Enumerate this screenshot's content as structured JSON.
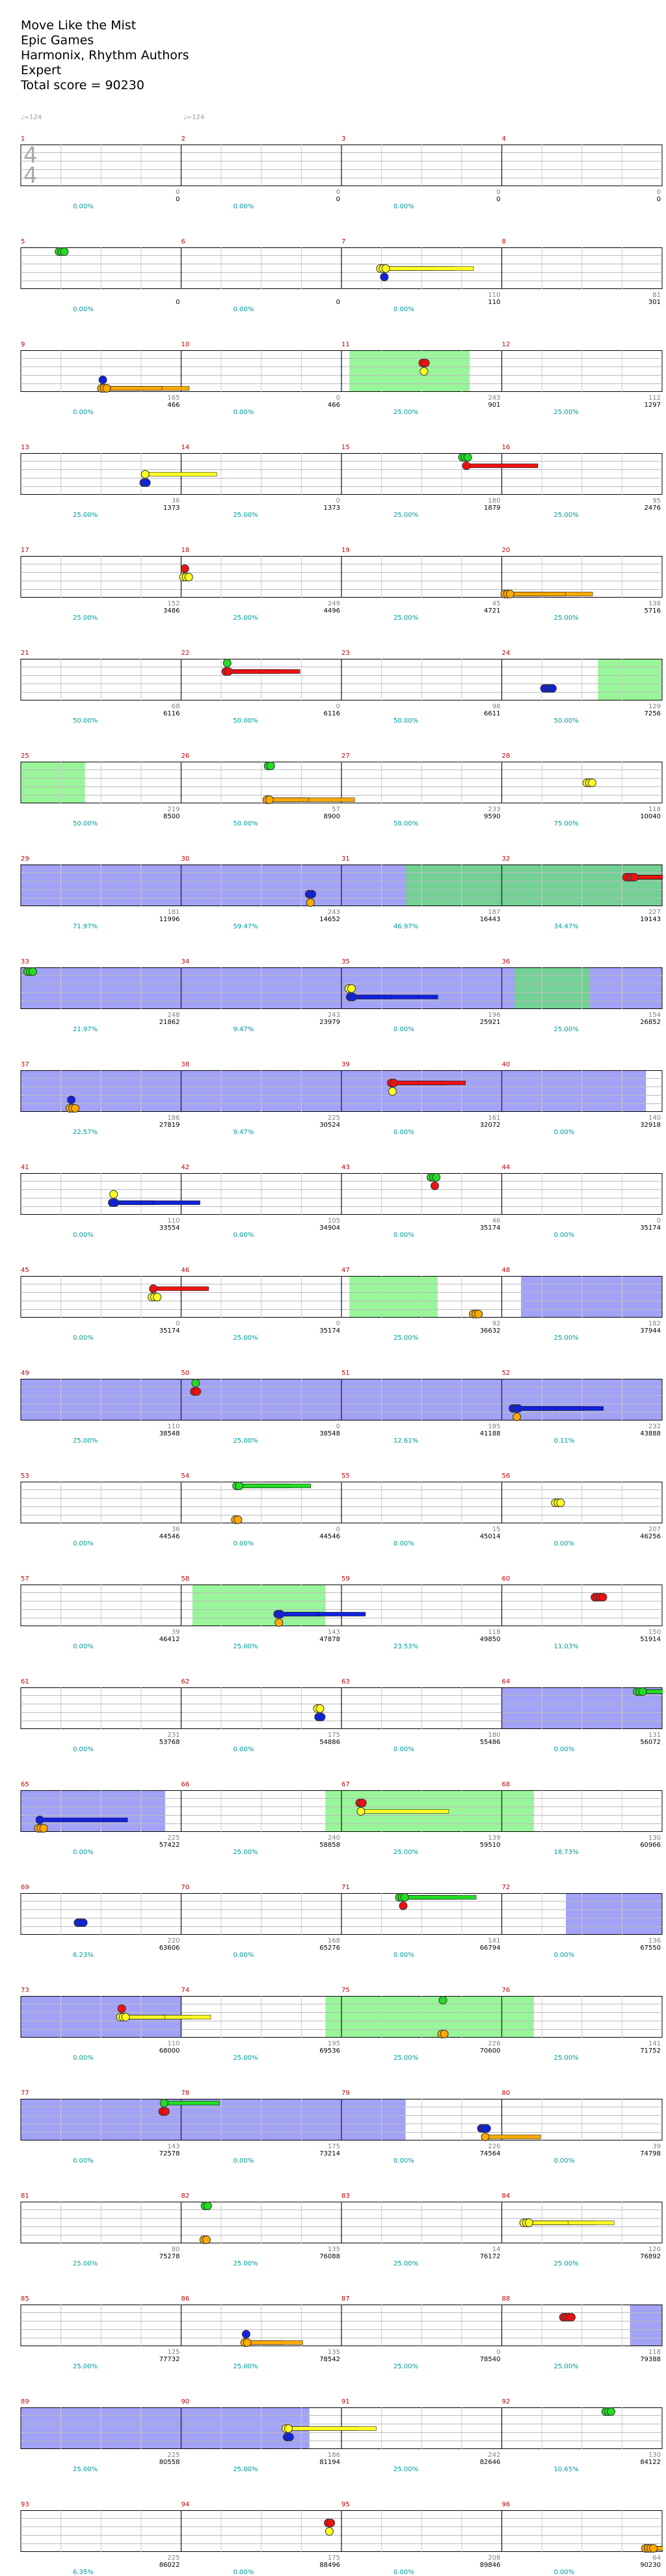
{
  "song": {
    "title": "Move Like the Mist",
    "artist": "Epic Games",
    "charter": "Harmonix, Rhythm Authors",
    "difficulty": "Expert",
    "total_score": "Total score = 90230"
  },
  "tempo_marks": [
    "♩=124",
    "♩=124"
  ],
  "time_signature": {
    "top": "4",
    "bottom": "4"
  },
  "colors": {
    "green": "#22dd22",
    "red": "#ee1111",
    "yellow": "#ffff22",
    "blue": "#1122dd",
    "orange": "#ffaa00",
    "solo": "#5555ee",
    "sp": "#55ee55",
    "purple": "#990066",
    "olive": "#aa8822"
  },
  "rows": [
    {
      "m": [
        1,
        2,
        3,
        4
      ],
      "s": [
        [
          "0",
          "0",
          "0.00%"
        ],
        [
          "0",
          "0",
          "0.00%"
        ],
        [
          "0",
          "0",
          "0.00%"
        ],
        [
          "0",
          "0",
          ""
        ]
      ]
    },
    {
      "m": [
        5,
        6,
        7,
        8
      ],
      "s": [
        [
          "",
          "0",
          "0.00%"
        ],
        [
          "",
          "0",
          "0.00%"
        ],
        [
          "110",
          "110",
          "0.00%"
        ],
        [
          "81",
          "301",
          ""
        ]
      ]
    },
    {
      "m": [
        9,
        10,
        11,
        12
      ],
      "s": [
        [
          "165",
          "466",
          "0.00%"
        ],
        [
          "0",
          "466",
          "0.00%"
        ],
        [
          "243",
          "901",
          "25.00%"
        ],
        [
          "112",
          "1297",
          "25.00%"
        ]
      ]
    },
    {
      "m": [
        13,
        14,
        15,
        16
      ],
      "s": [
        [
          "36",
          "1373",
          "25.00%"
        ],
        [
          "0",
          "1373",
          "25.00%"
        ],
        [
          "180",
          "1879",
          "25.00%"
        ],
        [
          "95",
          "2476",
          "25.00%"
        ]
      ]
    },
    {
      "m": [
        17,
        18,
        19,
        20
      ],
      "s": [
        [
          "152",
          "3486",
          "25.00%"
        ],
        [
          "249",
          "4496",
          "25.00%"
        ],
        [
          "45",
          "4721",
          "25.00%"
        ],
        [
          "138",
          "5716",
          "25.00%"
        ]
      ]
    },
    {
      "m": [
        21,
        22,
        23,
        24
      ],
      "s": [
        [
          "68",
          "6116",
          "50.00%"
        ],
        [
          "0",
          "6116",
          "50.00%"
        ],
        [
          "98",
          "6611",
          "50.00%"
        ],
        [
          "129",
          "7256",
          "50.00%"
        ]
      ]
    },
    {
      "m": [
        25,
        26,
        27,
        28
      ],
      "s": [
        [
          "219",
          "8500",
          "50.00%"
        ],
        [
          "57",
          "8900",
          "50.00%"
        ],
        [
          "233",
          "9590",
          "50.00%"
        ],
        [
          "118",
          "10040",
          "75.00%"
        ]
      ]
    },
    {
      "m": [
        29,
        30,
        31,
        32
      ],
      "s": [
        [
          "181",
          "11996",
          "71.97%"
        ],
        [
          "243",
          "14652",
          "59.47%"
        ],
        [
          "187",
          "16443",
          "46.97%"
        ],
        [
          "227",
          "19143",
          "34.47%"
        ]
      ]
    },
    {
      "m": [
        33,
        34,
        35,
        36
      ],
      "s": [
        [
          "248",
          "21862",
          "21.97%"
        ],
        [
          "243",
          "23979",
          "9.47%"
        ],
        [
          "196",
          "25921",
          "0.00%"
        ],
        [
          "154",
          "26852",
          "25.00%"
        ]
      ]
    },
    {
      "m": [
        37,
        38,
        39,
        40
      ],
      "s": [
        [
          "186",
          "27819",
          "22.57%"
        ],
        [
          "225",
          "30524",
          "9.47%"
        ],
        [
          "161",
          "32072",
          "0.00%"
        ],
        [
          "140",
          "32918",
          "0.00%"
        ]
      ]
    },
    {
      "m": [
        41,
        42,
        43,
        44
      ],
      "s": [
        [
          "110",
          "33554",
          "0.00%"
        ],
        [
          "105",
          "34904",
          "0.00%"
        ],
        [
          "46",
          "35174",
          "0.00%"
        ],
        [
          "0",
          "35174",
          "0.00%"
        ]
      ]
    },
    {
      "m": [
        45,
        46,
        47,
        48
      ],
      "s": [
        [
          "0",
          "35174",
          "0.00%"
        ],
        [
          "0",
          "35174",
          "25.00%"
        ],
        [
          "92",
          "36632",
          "25.00%"
        ],
        [
          "182",
          "37944",
          "25.00%"
        ]
      ]
    },
    {
      "m": [
        49,
        50,
        51,
        52
      ],
      "s": [
        [
          "110",
          "38548",
          "25.00%"
        ],
        [
          "0",
          "38548",
          "25.00%"
        ],
        [
          "185",
          "41188",
          "12.61%"
        ],
        [
          "232",
          "43888",
          "0.11%"
        ]
      ]
    },
    {
      "m": [
        53,
        54,
        55,
        56
      ],
      "s": [
        [
          "36",
          "44546",
          "0.00%"
        ],
        [
          "0",
          "44546",
          "0.00%"
        ],
        [
          "15",
          "45014",
          "0.00%"
        ],
        [
          "207",
          "46256",
          "0.00%"
        ]
      ]
    },
    {
      "m": [
        57,
        58,
        59,
        60
      ],
      "s": [
        [
          "39",
          "46412",
          "0.00%"
        ],
        [
          "143",
          "47878",
          "25.00%"
        ],
        [
          "118",
          "49850",
          "23.53%"
        ],
        [
          "150",
          "51914",
          "11.03%"
        ]
      ]
    },
    {
      "m": [
        61,
        62,
        63,
        64
      ],
      "s": [
        [
          "231",
          "53768",
          "0.00%"
        ],
        [
          "175",
          "54886",
          "0.00%"
        ],
        [
          "180",
          "55486",
          "0.00%"
        ],
        [
          "131",
          "56072",
          "0.00%"
        ]
      ]
    },
    {
      "m": [
        65,
        66,
        67,
        68
      ],
      "s": [
        [
          "225",
          "57422",
          "0.00%"
        ],
        [
          "240",
          "58858",
          "25.00%"
        ],
        [
          "139",
          "59510",
          "25.00%"
        ],
        [
          "130",
          "60966",
          "18.73%"
        ]
      ]
    },
    {
      "m": [
        69,
        70,
        71,
        72
      ],
      "s": [
        [
          "220",
          "63606",
          "6.23%"
        ],
        [
          "168",
          "65276",
          "0.00%"
        ],
        [
          "141",
          "66794",
          "0.00%"
        ],
        [
          "136",
          "67550",
          "0.00%"
        ]
      ]
    },
    {
      "m": [
        73,
        74,
        75,
        76
      ],
      "s": [
        [
          "110",
          "68000",
          "0.00%"
        ],
        [
          "195",
          "69536",
          "25.00%"
        ],
        [
          "226",
          "70600",
          "25.00%"
        ],
        [
          "141",
          "71752",
          "25.00%"
        ]
      ]
    },
    {
      "m": [
        77,
        78,
        79,
        80
      ],
      "s": [
        [
          "143",
          "72578",
          "0.00%"
        ],
        [
          "175",
          "73214",
          "0.00%"
        ],
        [
          "226",
          "74564",
          "0.00%"
        ],
        [
          "39",
          "74798",
          "0.00%"
        ]
      ]
    },
    {
      "m": [
        81,
        82,
        83,
        84
      ],
      "s": [
        [
          "80",
          "75278",
          "25.00%"
        ],
        [
          "135",
          "76088",
          "25.00%"
        ],
        [
          "14",
          "76172",
          "25.00%"
        ],
        [
          "120",
          "76892",
          "25.00%"
        ]
      ]
    },
    {
      "m": [
        85,
        86,
        87,
        88
      ],
      "s": [
        [
          "125",
          "77732",
          "25.00%"
        ],
        [
          "135",
          "78542",
          "25.00%"
        ],
        [
          "0",
          "78540",
          "25.00%"
        ],
        [
          "118",
          "79388",
          "25.00%"
        ]
      ]
    },
    {
      "m": [
        89,
        90,
        91,
        92
      ],
      "s": [
        [
          "225",
          "80558",
          "25.00%"
        ],
        [
          "186",
          "81194",
          "25.00%"
        ],
        [
          "242",
          "82646",
          "25.00%"
        ],
        [
          "130",
          "84122",
          "10.65%"
        ]
      ]
    },
    {
      "m": [
        93,
        94,
        95,
        96
      ],
      "s": [
        [
          "225",
          "86022",
          "6.35%"
        ],
        [
          "175",
          "88496",
          "0.00%"
        ],
        [
          "208",
          "89846",
          "0.00%"
        ],
        [
          "64",
          "90230",
          "0.00%"
        ]
      ]
    }
  ]
}
